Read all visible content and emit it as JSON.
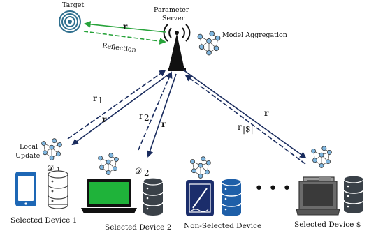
{
  "server": {
    "label_line1": "Parameter",
    "label_line2": "Server"
  },
  "target": {
    "label": "Target"
  },
  "model_aggregation": {
    "label": "Model Aggregation"
  },
  "links": {
    "target_r": "r",
    "reflection": "Reflection",
    "r1": "r",
    "r1_sub": "1",
    "r_d1": "r",
    "r2": "r",
    "r2_sub": "2",
    "r_d2": "r",
    "rs": "r",
    "rs_sub": "|$|",
    "r_ds": "r"
  },
  "local_update": {
    "line1": "Local",
    "line2": "Update"
  },
  "datasets": {
    "d1": "𝒟",
    "d1_sub": "1",
    "d2": "𝒟",
    "d2_sub": "2"
  },
  "ellipsis": "• • •",
  "devices": {
    "d1_caption": "Selected Device 1",
    "d2_caption": "Selected Device 2",
    "non_selected_caption": "Non-Selected Device",
    "ds_caption": "Selected Device $"
  },
  "colors": {
    "link_blue": "#1a2c5e",
    "target_green": "#27a33a",
    "laptop_green": "#1fb33a",
    "phone_blue": "#1d67b5",
    "tablet_navy": "#1b2d6b",
    "db_blue": "#1e5fa8",
    "db_dark": "#3a4148",
    "graph_node": "#7fb6df"
  }
}
